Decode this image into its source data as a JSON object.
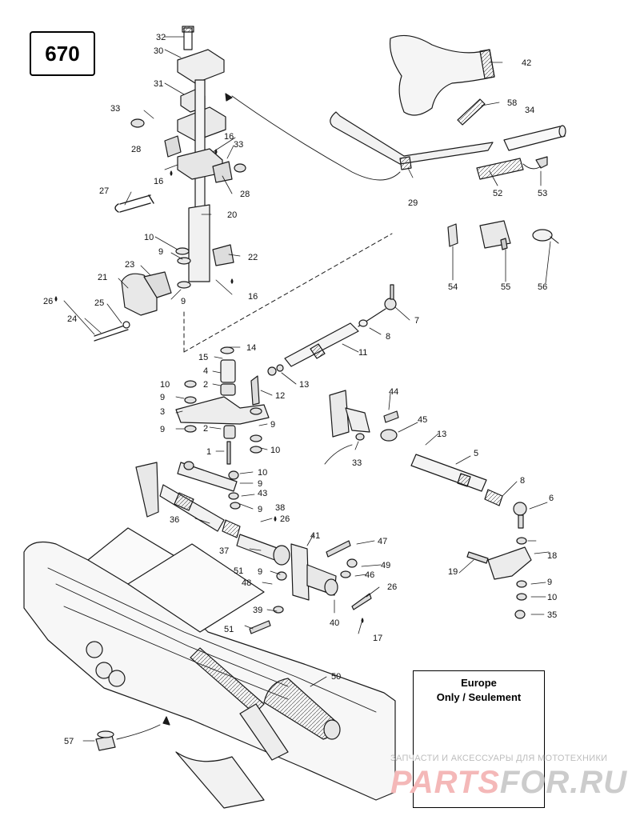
{
  "page_number": "670",
  "europe_note": {
    "line1": "Europe",
    "line2": "Only / Seulement"
  },
  "watermark": {
    "tagline": "ЗАПЧАСТИ И АКСЕССУАРЫ ДЛЯ МОТОТЕХНИКИ",
    "brand_part1": "PARTS",
    "brand_part2": "FOR.RU",
    "color_part1": "#f4b8b8",
    "color_part2": "#cccccc"
  },
  "colors": {
    "line": "#1a1a1a",
    "fill_light": "#e9e9e9",
    "fill_mid": "#cfcfcf"
  },
  "callouts": [
    "32",
    "30",
    "31",
    "33",
    "28",
    "16",
    "33",
    "16",
    "28",
    "27",
    "20",
    "10",
    "9",
    "22",
    "23",
    "21",
    "16",
    "26",
    "25",
    "9",
    "24",
    "42",
    "58",
    "34",
    "29",
    "52",
    "53",
    "54",
    "55",
    "56",
    "7",
    "8",
    "11",
    "14",
    "15",
    "4",
    "2",
    "13",
    "12",
    "10",
    "9",
    "3",
    "9",
    "2",
    "1",
    "9",
    "10",
    "10",
    "9",
    "43",
    "9",
    "38",
    "26",
    "36",
    "44",
    "45",
    "13",
    "33",
    "5",
    "8",
    "6",
    "41",
    "47",
    "37",
    "49",
    "51",
    "9",
    "46",
    "48",
    "51",
    "39",
    "40",
    "26",
    "17",
    "18",
    "19",
    "9",
    "10",
    "35",
    "50",
    "57",
    "9"
  ]
}
